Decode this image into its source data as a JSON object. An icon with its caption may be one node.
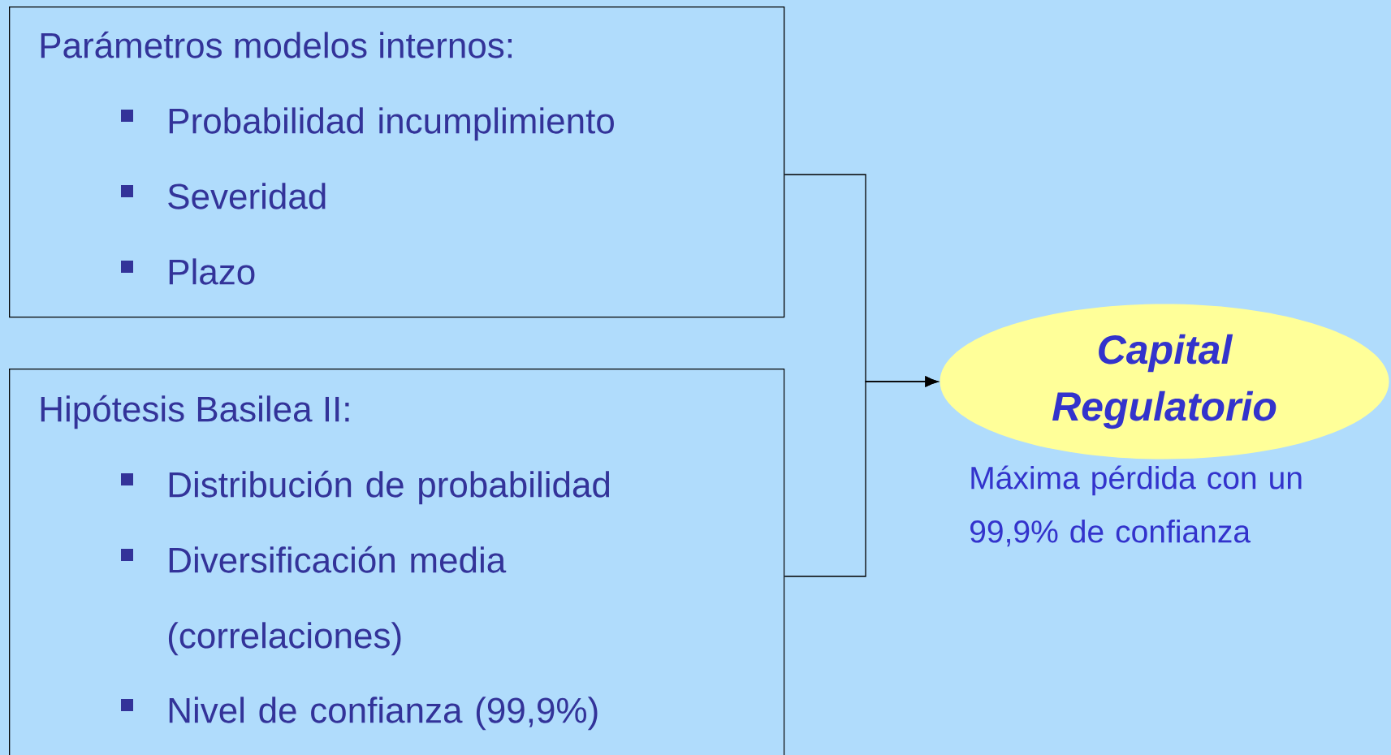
{
  "diagram": {
    "nodes": [
      {
        "text": [
          "Parámetros modelos internos:",
          "Probabilidad incumplimiento",
          "Severidad",
          "Plazo"
        ]
      },
      {
        "text": [
          "Hipótesis Basilea II:",
          "Distribución de probabilidad",
          "Diversificación media (correlaciones)",
          "Nivel de confianza (99,9%)"
        ]
      },
      {
        "text": [
          "Capital Regulatorio"
        ],
        "beside": [
          "Máxima pérdida con un 99,9% de confianza"
        ]
      }
    ],
    "edges": [
      {
        "from": 0,
        "to": 2,
        "arrow": "to"
      },
      {
        "from": 1,
        "to": 2,
        "arrow": "to"
      }
    ]
  }
}
